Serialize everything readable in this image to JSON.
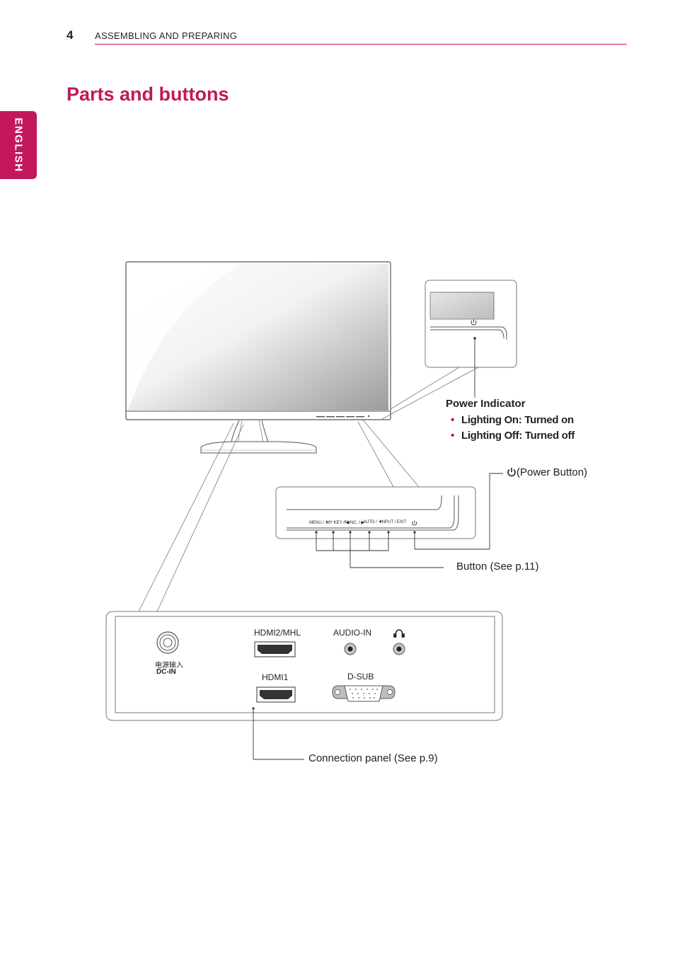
{
  "header": {
    "page_number": "4",
    "section": "ASSEMBLING AND PREPARING",
    "language_tab": "ENGLISH"
  },
  "title": "Parts and buttons",
  "callouts": {
    "power_indicator": {
      "title": "Power Indicator",
      "items": [
        "Lighting On: Turned on",
        "Lighting Off: Turned off"
      ]
    },
    "power_button": "(Power Button)",
    "button": "Button (See p.11)",
    "connection_panel": "Connection panel (See p.9)"
  },
  "button_panel": {
    "labels": [
      "MENU / ✕",
      "MY KEY / ◀",
      "FUNC. / ▶",
      "AUTO / ▼",
      "INPUT / EXIT"
    ]
  },
  "ports": {
    "dc_in_cn": "电源输入",
    "dc_in": "DC-IN",
    "hdmi2": "HDMI2/MHL",
    "hdmi1": "HDMI1",
    "audio_in": "AUDIO-IN",
    "dsub": "D-SUB"
  },
  "colors": {
    "accent": "#c2185b"
  }
}
